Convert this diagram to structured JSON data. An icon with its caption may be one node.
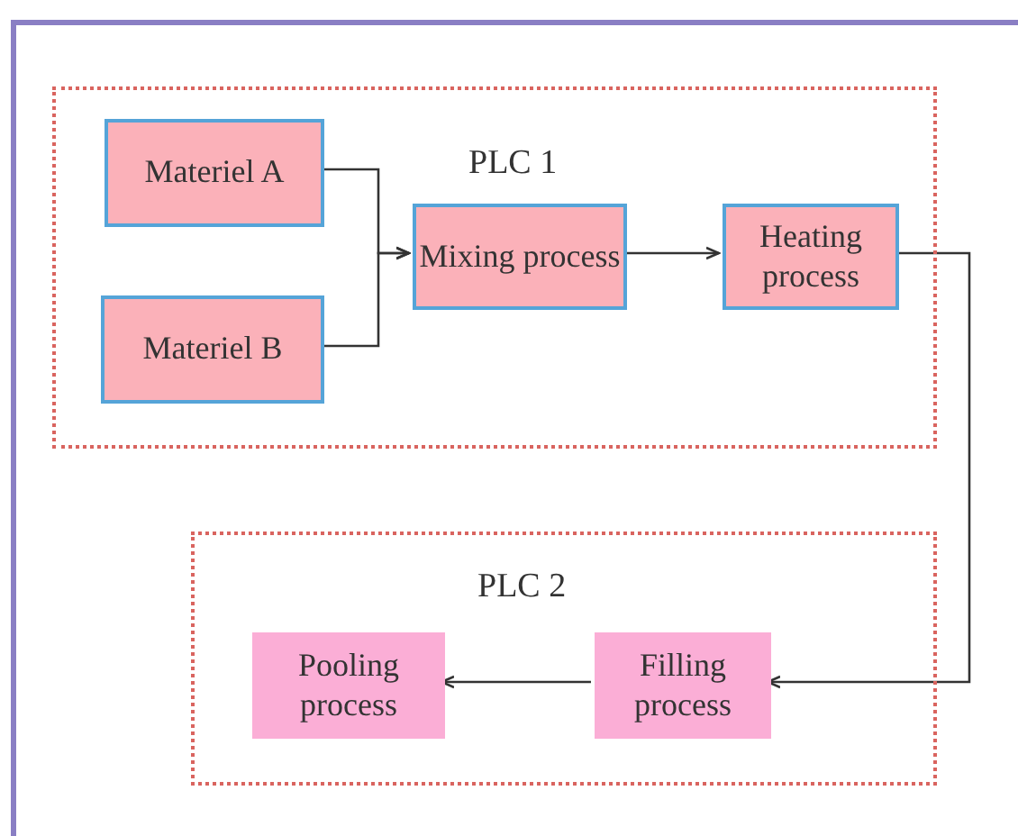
{
  "diagram": {
    "nodes": [
      {
        "text": [
          "PLC 1"
        ]
      },
      {
        "text": [
          "Materiel A"
        ],
        "in": 0
      },
      {
        "text": [
          "Materiel B"
        ],
        "in": 0
      },
      {
        "text": [
          "Mixing process"
        ],
        "in": 0
      },
      {
        "text": [
          "Heating process"
        ],
        "in": 0
      },
      {
        "text": [
          "PLC 2"
        ]
      },
      {
        "text": [
          "Pooling process"
        ],
        "in": 5
      },
      {
        "text": [
          "Filling process"
        ],
        "in": 5
      }
    ],
    "edges": [
      {
        "from": 1,
        "to": 3,
        "arrow": "to"
      },
      {
        "from": 2,
        "to": 3,
        "arrow": "to"
      },
      {
        "from": 3,
        "to": 4,
        "arrow": "to"
      },
      {
        "from": 4,
        "to": 7,
        "arrow": "to"
      },
      {
        "from": 7,
        "to": 6,
        "arrow": "to"
      }
    ]
  }
}
